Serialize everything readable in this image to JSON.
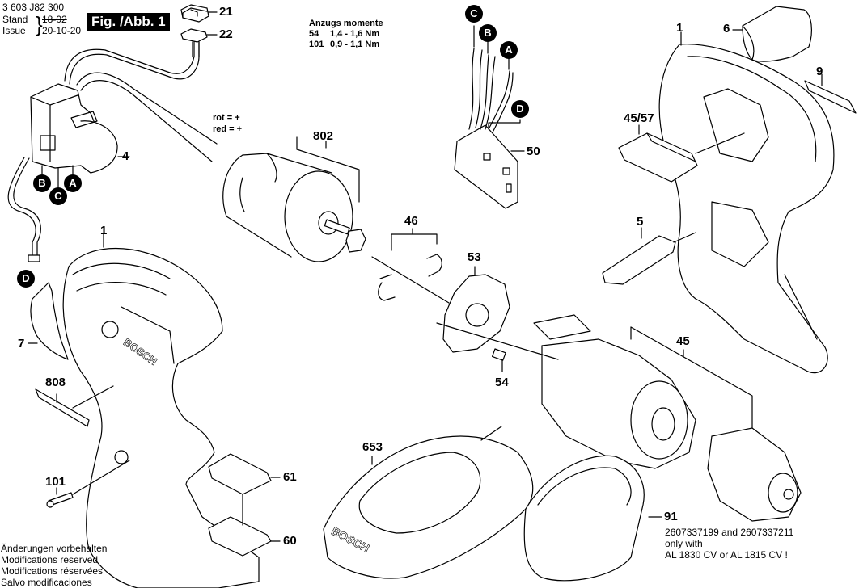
{
  "header": {
    "part_number": "3 603 J82 300",
    "stand_label": "Stand",
    "issue_label": "Issue",
    "old_date": "18-02",
    "issue_date": "20-10-20",
    "figure_title": "Fig. /Abb. 1"
  },
  "torque": {
    "title": "Anzugs momente",
    "rows": [
      {
        "pos": "54",
        "value": "1,4 - 1,6 Nm"
      },
      {
        "pos": "101",
        "value": "0,9 - 1,1 Nm"
      }
    ]
  },
  "wire_note": {
    "line1": "rot = +",
    "line2": "red = +"
  },
  "part_labels": {
    "p1_housing_right": "1",
    "p1_housing_left": "1",
    "p4": "4",
    "p5": "5",
    "p6": "6",
    "p7": "7",
    "p9": "9",
    "p21": "21",
    "p22": "22",
    "p45": "45",
    "p45_57": "45/57",
    "p46": "46",
    "p50": "50",
    "p53": "53",
    "p54": "54",
    "p60": "60",
    "p61": "61",
    "p91": "91",
    "p101": "101",
    "p653": "653",
    "p802": "802",
    "p808": "808"
  },
  "callouts": {
    "switch_b": "B",
    "switch_c": "C",
    "switch_a": "A",
    "switch_d": "D",
    "board_c": "C",
    "board_b": "B",
    "board_a": "A",
    "board_d": "D"
  },
  "note_91": {
    "line1": "2607337199 and 2607337211",
    "line2": "only with",
    "line3": "AL 1830 CV or AL 1815 CV !"
  },
  "footer": {
    "de": "Änderungen vorbehalten",
    "en": "Modifications reserved",
    "fr": "Modifications réservées",
    "es": "Salvo modificaciones"
  },
  "brand_marks": {
    "tool_logo": "BOSCH",
    "charger_logo": "BOSCH"
  }
}
